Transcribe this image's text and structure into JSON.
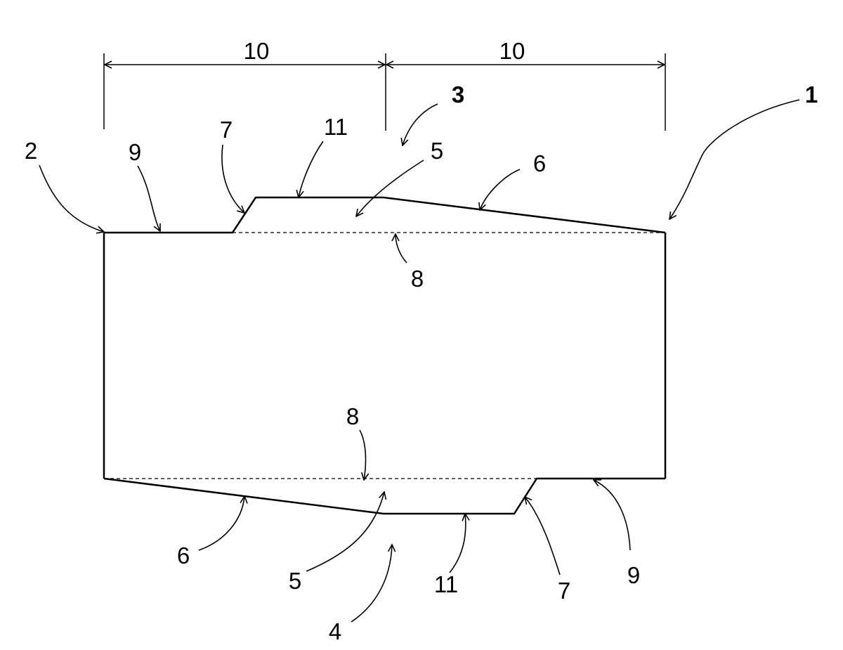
{
  "dimension_labels": {
    "left": "10",
    "right": "10"
  },
  "labels": {
    "n1": "1",
    "n2": "2",
    "n3": "3",
    "n4": "4",
    "n5_top": "5",
    "n5_bottom": "5",
    "n6_top": "6",
    "n6_bottom": "6",
    "n7_top": "7",
    "n7_bottom": "7",
    "n8_top": "8",
    "n8_bottom": "8",
    "n9_top": "9",
    "n9_bottom": "9",
    "n11_top": "11",
    "n11_bottom": "11"
  }
}
